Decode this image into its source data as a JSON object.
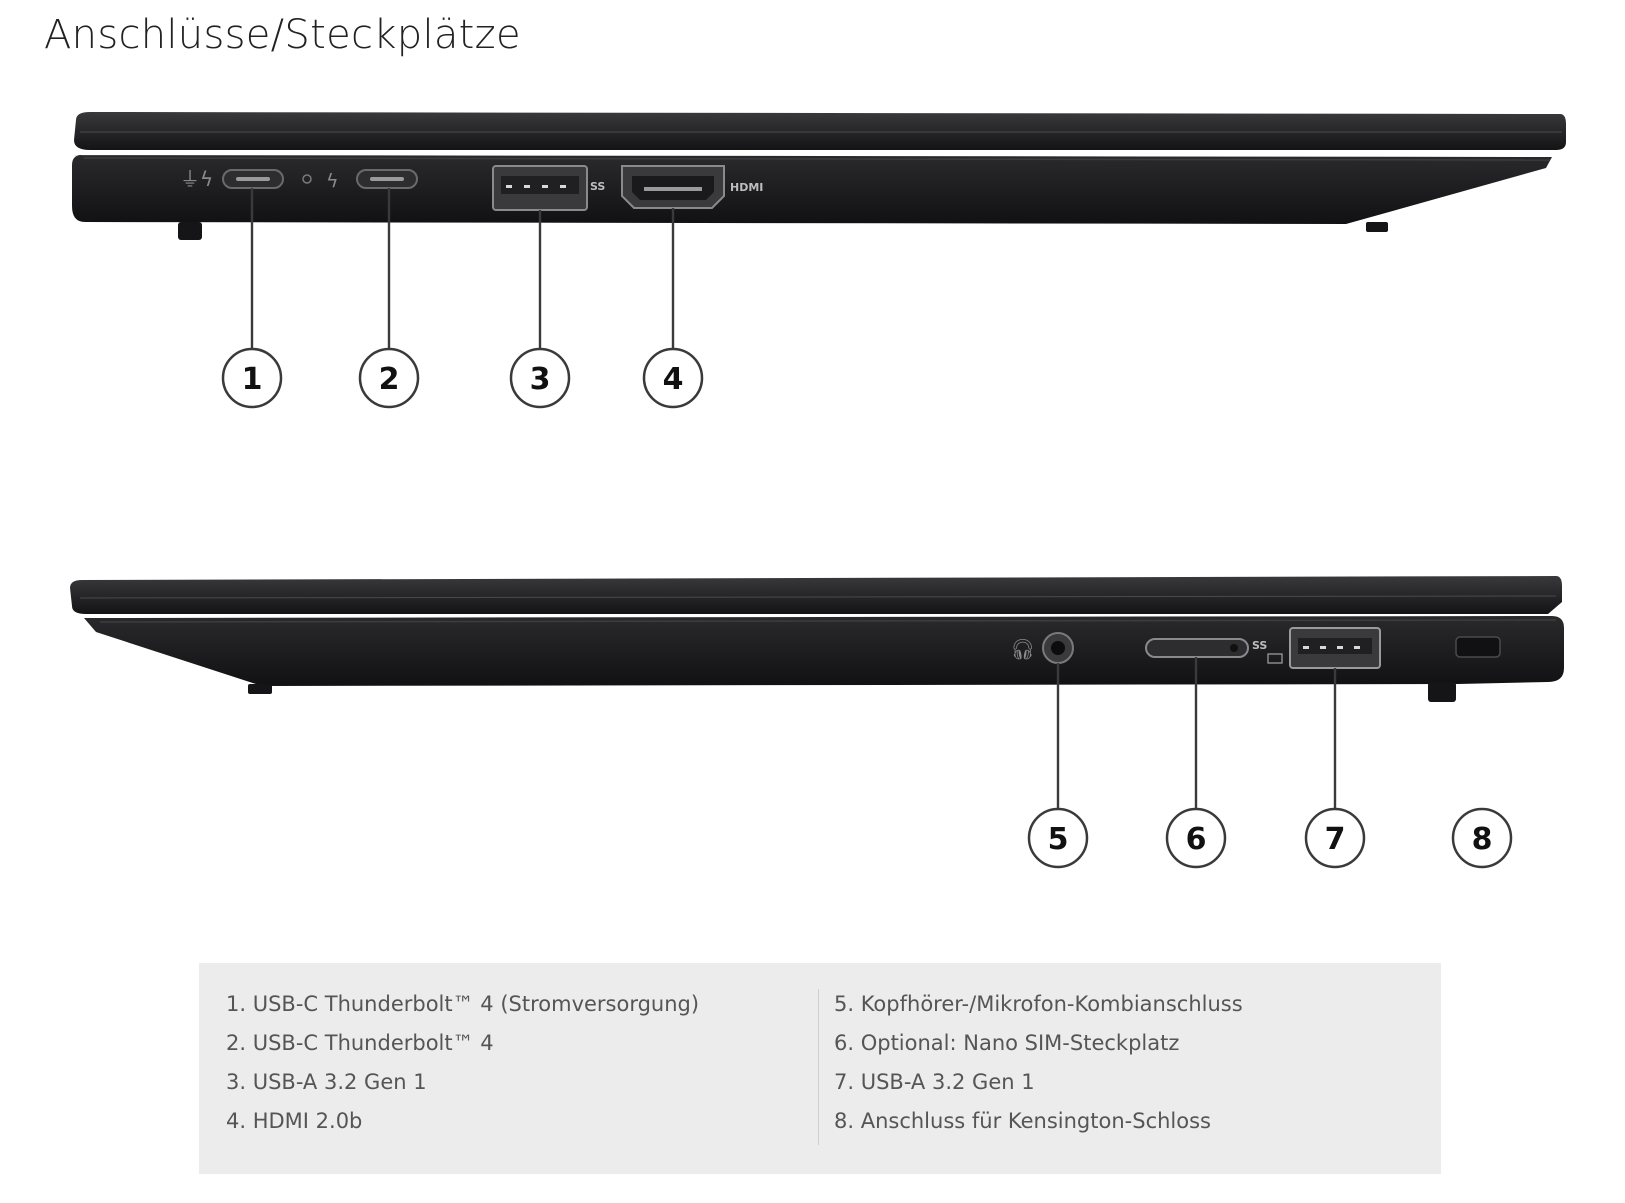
{
  "title": "Anschlüsse/Steckplätze",
  "port_markings": {
    "usb_a_left": "SS",
    "hdmi": "HDMI",
    "usb_a_right": "SS"
  },
  "callouts_top": [
    "1",
    "2",
    "3",
    "4"
  ],
  "callouts_bottom": [
    "5",
    "6",
    "7",
    "8"
  ],
  "legend": {
    "left": [
      "1. USB-C Thunderbolt™ 4 (Stromversorgung)",
      "2. USB-C Thunderbolt™ 4",
      "3. USB-A 3.2 Gen 1",
      "4. HDMI 2.0b"
    ],
    "right": [
      "5. Kopfhörer-/Mikrofon-Kombianschluss",
      "6. Optional: Nano SIM-Steckplatz",
      "7. USB-A 3.2 Gen 1",
      "8. Anschluss für Kensington-Schloss"
    ]
  },
  "colors": {
    "laptop_body": "#1c1c1e",
    "legend_background": "#ececec"
  }
}
